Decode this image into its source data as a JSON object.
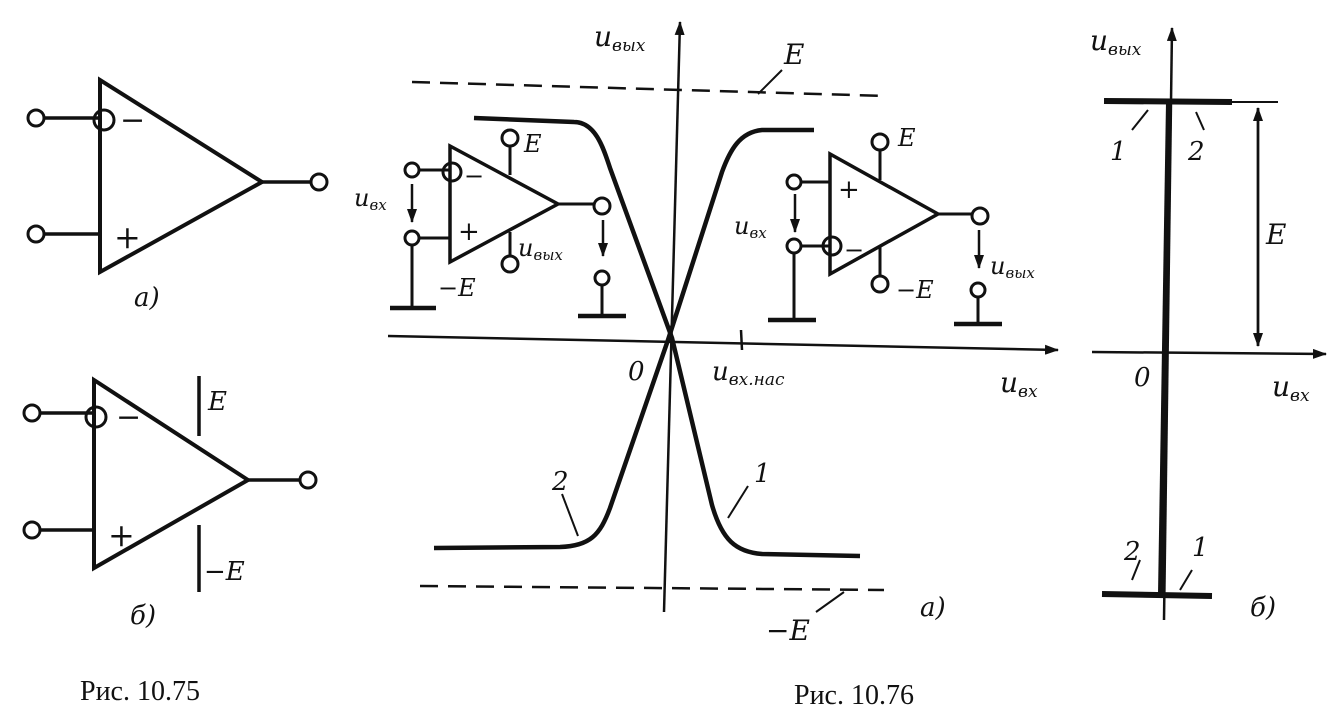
{
  "fig75": {
    "caption": "Рис. 10.75",
    "a": {
      "label": "а)",
      "minus": "−",
      "plus": "+"
    },
    "b": {
      "label": "б)",
      "minus": "−",
      "plus": "+",
      "supply_pos": "E",
      "supply_neg": "−E"
    }
  },
  "fig76": {
    "caption": "Рис. 10.76",
    "a": {
      "label": "а)",
      "y_axis": "u",
      "y_axis_sub": "вых",
      "x_axis": "u",
      "x_axis_sub": "вх",
      "origin": "0",
      "sat_tick": "u",
      "sat_tick_sub": "вх.нас",
      "level_pos": "E",
      "level_neg": "−E",
      "curve_1": "1",
      "curve_2": "2",
      "inset_inverting": {
        "supply_pos": "E",
        "supply_neg": "−E",
        "minus": "−",
        "plus": "+",
        "in": "u",
        "in_sub": "вх",
        "out": "u",
        "out_sub": "вых"
      },
      "inset_noninverting": {
        "supply_pos": "E",
        "supply_neg": "−E",
        "minus": "−",
        "plus": "+",
        "in": "u",
        "in_sub": "вх",
        "out": "u",
        "out_sub": "вых"
      }
    },
    "b": {
      "label": "б)",
      "y_axis": "u",
      "y_axis_sub": "вых",
      "x_axis": "u",
      "x_axis_sub": "вх",
      "origin": "0",
      "span": "E",
      "top_1": "1",
      "top_2": "2",
      "bottom_1": "1",
      "bottom_2": "2"
    }
  }
}
